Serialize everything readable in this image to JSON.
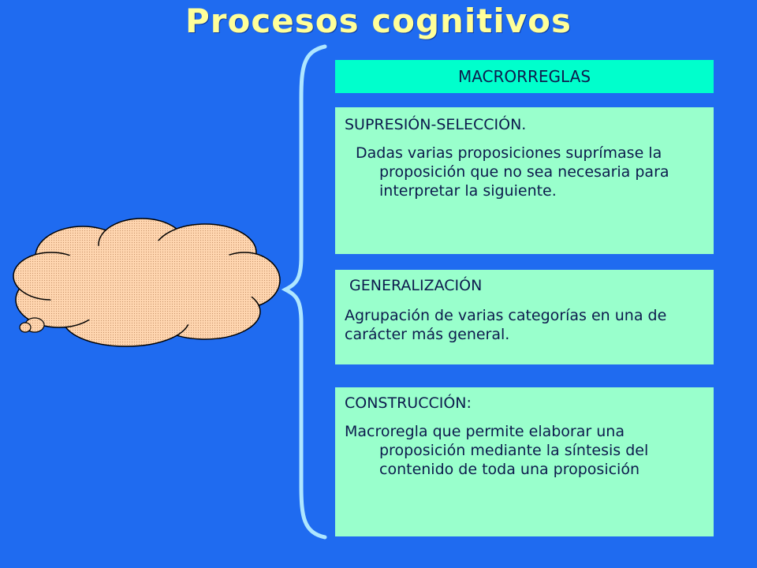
{
  "title": "Procesos cognitivos",
  "header": {
    "label": "MACRORREGLAS"
  },
  "rules": [
    {
      "name": "SUPRESIÓN-SELECCIÓN.",
      "description": "Dadas varias proposiciones suprímase la proposición que no sea necesaria para interpretar la siguiente."
    },
    {
      "name": "GENERALIZACIÓN",
      "description": "Agrupación de varias categorías en una de carácter más general."
    },
    {
      "name": "CONSTRUCCIÓN:",
      "description": "Macroregla que permite elaborar una proposición mediante la síntesis del contenido de toda una proposición"
    }
  ],
  "colors": {
    "background": "#1f6bf0",
    "title": "#ffff99",
    "header_fill": "#00ffcc",
    "box_fill": "#99ffcc",
    "brace": "#aee6ff",
    "cloud_fill": "#ffd6b0"
  },
  "icons": {
    "brace": "curly-brace-icon",
    "cloud": "thought-cloud-icon"
  }
}
